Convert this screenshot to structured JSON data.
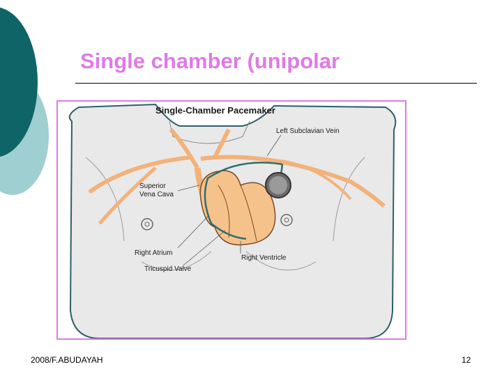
{
  "slide": {
    "title": "Single chamber (unipolar",
    "footer_left": "2008/F.ABUDAYAH",
    "page_number": "12"
  },
  "colors": {
    "title": "#e07ae6",
    "accent_dark_teal": "#0e6466",
    "accent_light_teal": "#9fcfd0",
    "frame_border": "#e07ae6",
    "heart": "#f6c28b",
    "lead_wire": "#2f6e6e"
  },
  "diagram": {
    "heading": "Single-Chamber Pacemaker",
    "labels": {
      "left_subclavian_vein": "Left Subclavian Vein",
      "superior_vena_cava_1": "Superior",
      "superior_vena_cava_2": "Vena Cava",
      "right_atrium": "Right Atrium",
      "tricuspid_valve": "Tricuspid Valve",
      "right_ventricle": "Right Ventricle"
    }
  }
}
